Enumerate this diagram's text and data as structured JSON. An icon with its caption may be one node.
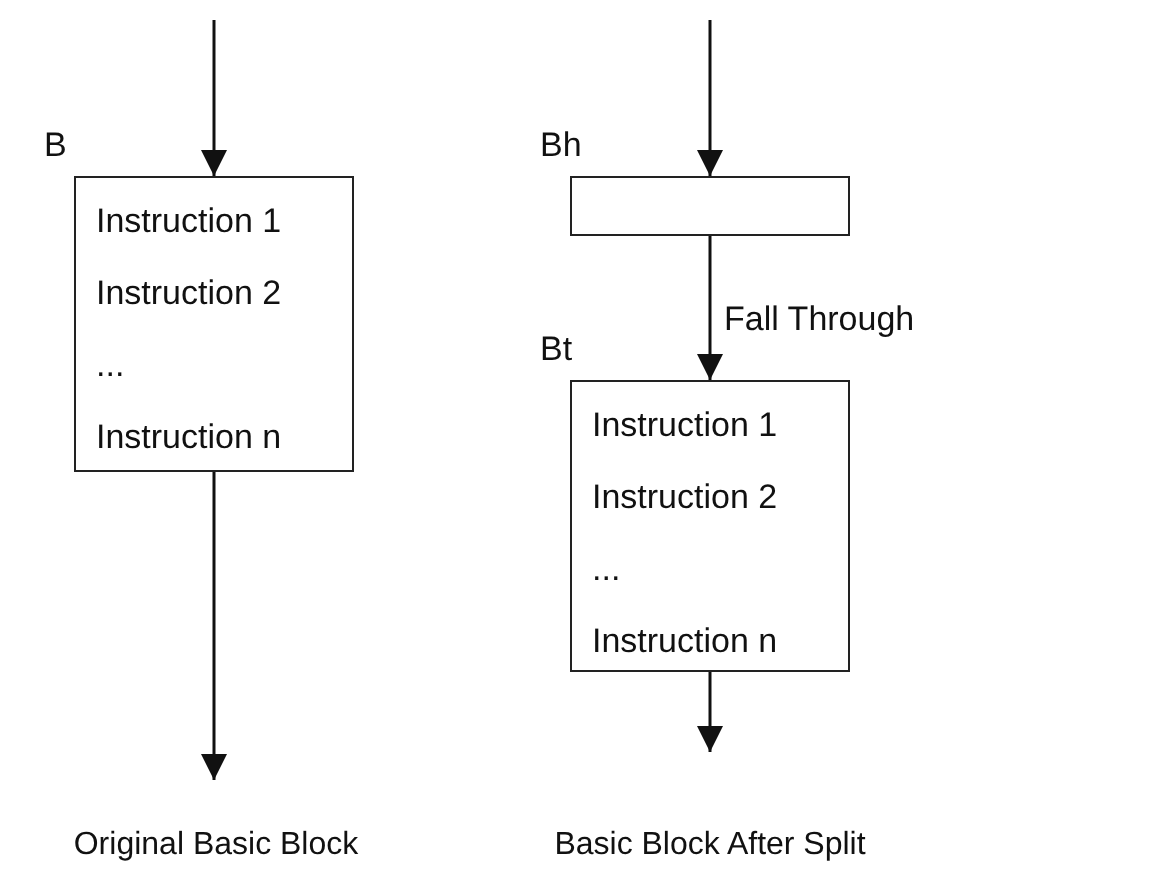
{
  "diagram": {
    "nodes": [
      {
        "text": [
          "B",
          "Instruction 1",
          "Instruction 2",
          "...",
          "Instruction n"
        ]
      },
      {
        "text": [
          "Bh"
        ]
      },
      {
        "text": [
          "Bt",
          "Instruction 1",
          "Instruction 2",
          "...",
          "Instruction n"
        ]
      }
    ],
    "edges": [
      {
        "from": null,
        "to": 0,
        "arrow": "to"
      },
      {
        "from": 0,
        "to": null,
        "arrow": "to"
      },
      {
        "from": null,
        "to": 1,
        "arrow": "to"
      },
      {
        "from": 1,
        "to": 2,
        "arrow": "to",
        "label": "Fall Through"
      },
      {
        "from": 2,
        "to": null,
        "arrow": "to"
      }
    ],
    "labels": [
      "Original Basic Block",
      "Basic Block After Split"
    ]
  }
}
